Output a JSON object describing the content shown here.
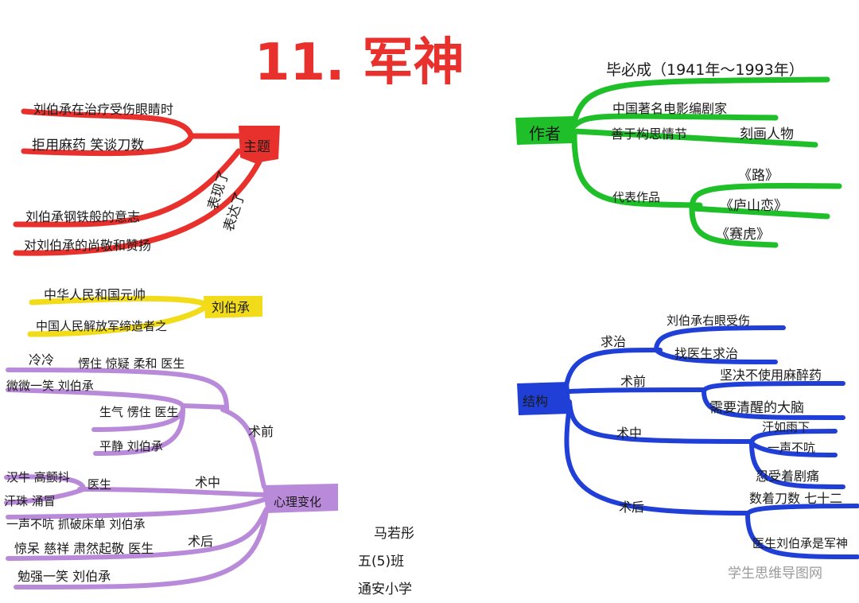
{
  "title": "11. 军神",
  "colors": {
    "red": "#e8302c",
    "green": "#1fbf2a",
    "yellow": "#f5e21a",
    "purple": "#b98ad9",
    "blue": "#1f3fd6",
    "title": "#e8302c"
  },
  "theme": {
    "node": "主题",
    "rel1": "表现了",
    "rel2": "表达了",
    "items": [
      "刘伯承在治疗受伤眼睛时",
      "拒用麻药  笑谈刀数",
      "刘伯承钢铁般的意志",
      "对刘伯承的尚敬和赞扬"
    ]
  },
  "author": {
    "node": "作者",
    "name": "毕必成（1941年～1993年）",
    "desc1": "中国著名电影编剧家",
    "desc2a": "善于构思情节",
    "desc2b": "刻画人物",
    "works_label": "代表作品",
    "works": [
      "《路》",
      "《庐山恋》",
      "《赛虎》"
    ]
  },
  "person": {
    "node": "刘伯承",
    "items": [
      "中华人民和国元帅",
      "中国人民解放军缔造者之"
    ]
  },
  "psych": {
    "node": "心理变化",
    "before": {
      "label": "术前",
      "row1a": "冷冷",
      "row1b": "愣住 惊疑 柔和 医生",
      "row2": "微微一笑 刘伯承",
      "row3": "生气 愣住 医生",
      "row4": "平静 刘伯承"
    },
    "during": {
      "label": "术中",
      "row1": "汉牛 高颤抖",
      "row2": "汗珠 涌冒",
      "row3": "一声不吭 抓破床单 刘伯承",
      "doctor": "医生"
    },
    "after": {
      "label": "术后",
      "row1": "惊呆 慈祥 肃然起敬 医生",
      "row2": "勉强一笑  刘伯承"
    }
  },
  "structure": {
    "node": "结构",
    "seek": {
      "label": "求治",
      "items": [
        "刘伯承右眼受伤",
        "找医生求治"
      ]
    },
    "before": {
      "label": "术前",
      "items": [
        "坚决不使用麻醉药",
        "需要清醒的大脑"
      ]
    },
    "during": {
      "label": "术中",
      "items": [
        "汗如雨下",
        "一声不吭",
        "忍受着剧痛"
      ]
    },
    "after": {
      "label": "术后",
      "items": [
        "数着刀数 七十二",
        "医生刘伯承是军神"
      ]
    }
  },
  "signature": [
    "马若彤",
    "五(5)班",
    "通安小学"
  ],
  "watermark": "学生思维导图网"
}
